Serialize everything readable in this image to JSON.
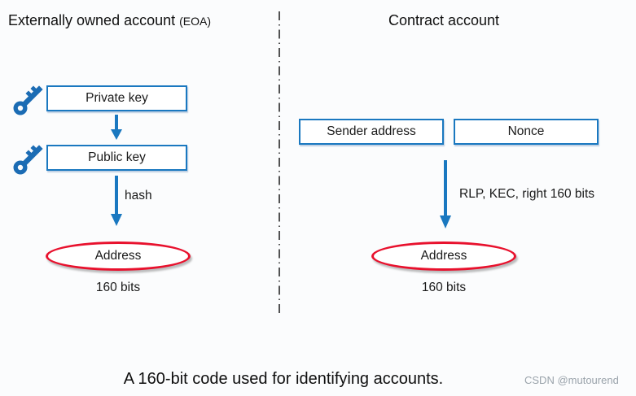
{
  "colors": {
    "diagram_blue": "#1a78c0",
    "key_blue": "#1b6cb4",
    "ellipse_red": "#e8112d",
    "text": "#1a1a1a",
    "watermark_gray": "#9aa3ab",
    "background": "#fbfcfd"
  },
  "left": {
    "title": "Externally owned account",
    "title_note": "(EOA)",
    "boxes": {
      "private": "Private key",
      "public": "Public key"
    },
    "hash_label": "hash",
    "address": "Address",
    "bits": "160 bits"
  },
  "right": {
    "title": "Contract account",
    "boxes": {
      "sender": "Sender address",
      "nonce": "Nonce"
    },
    "arrow_label": "RLP, KEC, right 160 bits",
    "address": "Address",
    "bits": "160 bits"
  },
  "footer": {
    "caption": "A 160-bit code used for identifying accounts.",
    "watermark": "CSDN @mutourend"
  },
  "icons": {
    "key": "key-icon",
    "down_arrow": "down-arrow-icon",
    "divider": "dash-dot-divider"
  }
}
